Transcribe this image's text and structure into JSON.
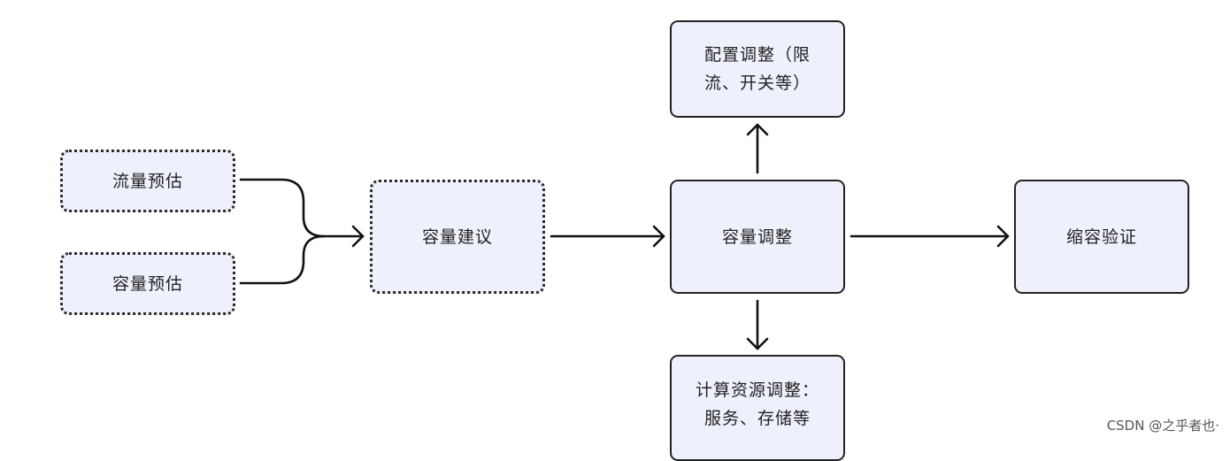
{
  "nodes": {
    "traffic_estimate": "流量预估",
    "capacity_estimate": "容量预估",
    "capacity_advice": "容量建议",
    "capacity_adjust": "容量调整",
    "config_adjust": "配置调整（限\n流、开关等）",
    "compute_adjust": "计算资源调整：\n服务、存储等",
    "scale_down_verify": "缩容验证"
  },
  "watermark": "CSDN @之乎者也·",
  "colors": {
    "node_fill": "#eef1fb",
    "stroke": "#222222"
  }
}
